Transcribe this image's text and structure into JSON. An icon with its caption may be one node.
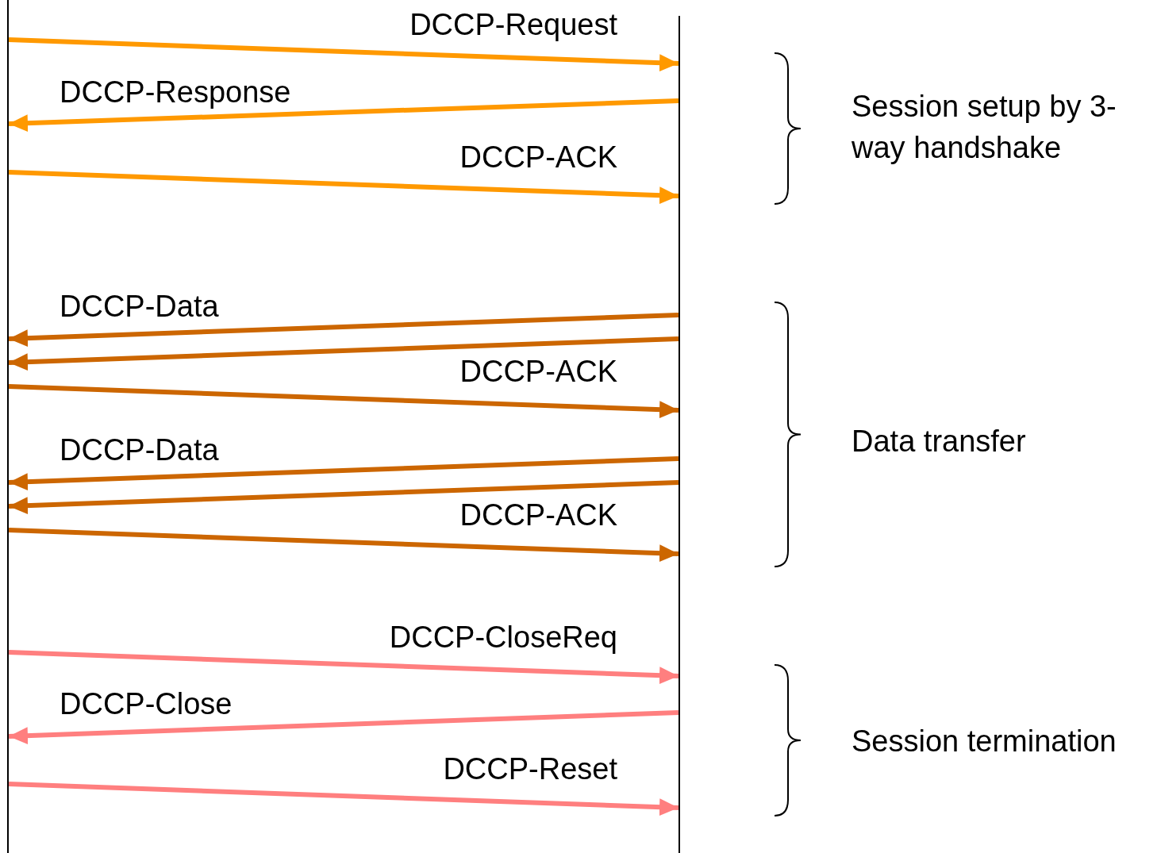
{
  "diagram": {
    "nodes": [
      {
        "text": [],
        "shape": "bar"
      },
      {
        "text": [],
        "shape": "bar"
      }
    ],
    "edges": [
      {
        "from": 0,
        "to": 1,
        "arrow": "to",
        "label": "DCCP-Request",
        "color": "#ff9900"
      },
      {
        "from": 1,
        "to": 0,
        "arrow": "to",
        "label": "DCCP-Response",
        "color": "#ff9900"
      },
      {
        "from": 0,
        "to": 1,
        "arrow": "to",
        "label": "DCCP-ACK",
        "color": "#ff9900"
      },
      {
        "from": 1,
        "to": 0,
        "arrow": "to",
        "label": "DCCP-Data",
        "color": "#cc6600"
      },
      {
        "from": 1,
        "to": 0,
        "arrow": "to",
        "color": "#cc6600"
      },
      {
        "from": 0,
        "to": 1,
        "arrow": "to",
        "label": "DCCP-ACK",
        "color": "#cc6600"
      },
      {
        "from": 1,
        "to": 0,
        "arrow": "to",
        "label": "DCCP-Data",
        "color": "#cc6600"
      },
      {
        "from": 1,
        "to": 0,
        "arrow": "to",
        "color": "#cc6600"
      },
      {
        "from": 0,
        "to": 1,
        "arrow": "to",
        "label": "DCCP-ACK",
        "color": "#cc6600"
      },
      {
        "from": 0,
        "to": 1,
        "arrow": "to",
        "label": "DCCP-CloseReq",
        "color": "#ff7f7f"
      },
      {
        "from": 1,
        "to": 0,
        "arrow": "to",
        "label": "DCCP-Close",
        "color": "#ff7f7f"
      },
      {
        "from": 0,
        "to": 1,
        "arrow": "to",
        "label": "DCCP-Reset",
        "color": "#ff7f7f"
      }
    ],
    "labels": [
      "Session setup by 3-way handshake",
      "Data transfer",
      "Session termination"
    ]
  }
}
